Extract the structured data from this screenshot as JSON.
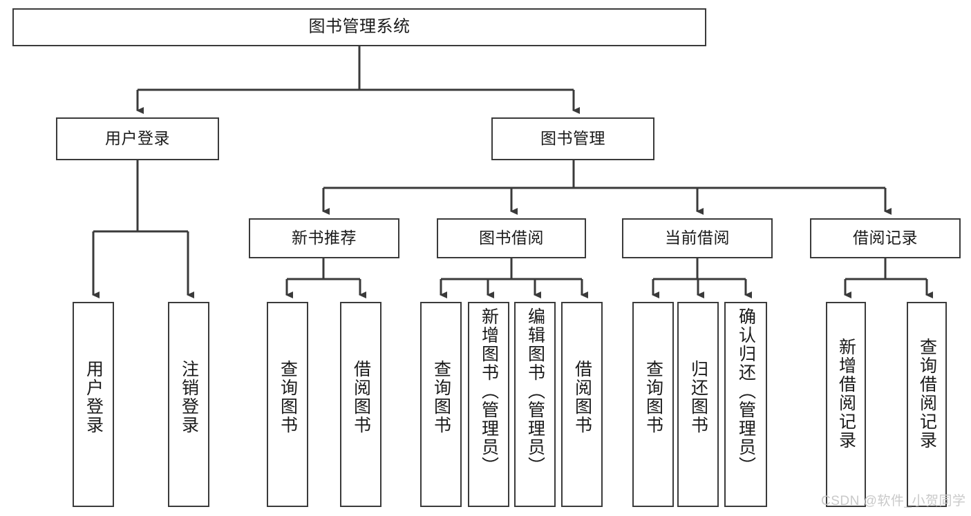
{
  "diagram": {
    "type": "tree",
    "title": "图书管理系统",
    "orientation": "top-down",
    "line_color": "#3a3a3a",
    "box_fill": "#ffffff",
    "text_color": "#1a1a1a",
    "levels": 4,
    "root": {
      "id": "root",
      "label": "图书管理系统"
    },
    "level2": [
      {
        "id": "user-login",
        "label": "用户登录"
      },
      {
        "id": "book-manage",
        "label": "图书管理"
      }
    ],
    "level3": [
      {
        "id": "new-book-rec",
        "label": "新书推荐"
      },
      {
        "id": "book-borrow",
        "label": "图书借阅"
      },
      {
        "id": "current-borrow",
        "label": "当前借阅"
      },
      {
        "id": "borrow-record",
        "label": "借阅记录"
      }
    ],
    "leaves": {
      "user-login": [
        {
          "id": "leaf-user-login",
          "label": "用户登录"
        },
        {
          "id": "leaf-logout",
          "label": "注销登录"
        }
      ],
      "new-book-rec": [
        {
          "id": "leaf-query-book-1",
          "label": "查询图书"
        },
        {
          "id": "leaf-borrow-book-1",
          "label": "借阅图书"
        }
      ],
      "book-borrow": [
        {
          "id": "leaf-query-book-2",
          "label": "查询图书"
        },
        {
          "id": "leaf-add-book",
          "label": "新增图书（管理员）"
        },
        {
          "id": "leaf-edit-book",
          "label": "编辑图书（管理员）"
        },
        {
          "id": "leaf-borrow-book-2",
          "label": "借阅图书"
        }
      ],
      "current-borrow": [
        {
          "id": "leaf-query-book-3",
          "label": "查询图书"
        },
        {
          "id": "leaf-return-book",
          "label": "归还图书"
        },
        {
          "id": "leaf-confirm-return",
          "label": "确认归还（管理员）"
        }
      ],
      "borrow-record": [
        {
          "id": "leaf-add-record",
          "label": "新增借阅记录"
        },
        {
          "id": "leaf-query-record",
          "label": "查询借阅记录"
        }
      ]
    }
  },
  "watermark": {
    "text": "CSDN @软件_小贺同学"
  }
}
